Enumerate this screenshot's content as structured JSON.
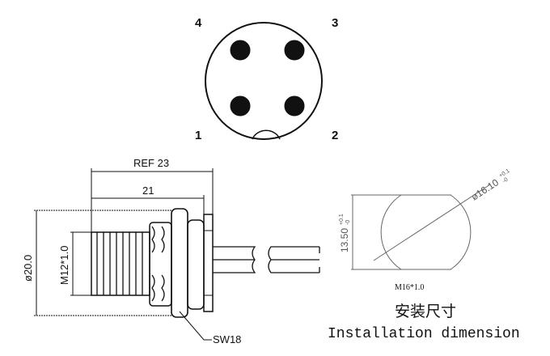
{
  "pinout": {
    "pin_labels": [
      "1",
      "2",
      "3",
      "4"
    ]
  },
  "side_view": {
    "ref_length": "REF 23",
    "length": "21",
    "outer_diameter": "ø20.0",
    "thread": "M12*1.0",
    "wrench_size": "SW18"
  },
  "install_view": {
    "diameter": "ø16.10",
    "diameter_tol_upper": "+0.1",
    "diameter_tol_lower": "-0",
    "flat_height": "13.50",
    "flat_tol_upper": "+0.1",
    "flat_tol_lower": "-0",
    "thread": "M16*1.0",
    "title_cn": "安装尺寸",
    "title_en": "Installation dimension"
  }
}
